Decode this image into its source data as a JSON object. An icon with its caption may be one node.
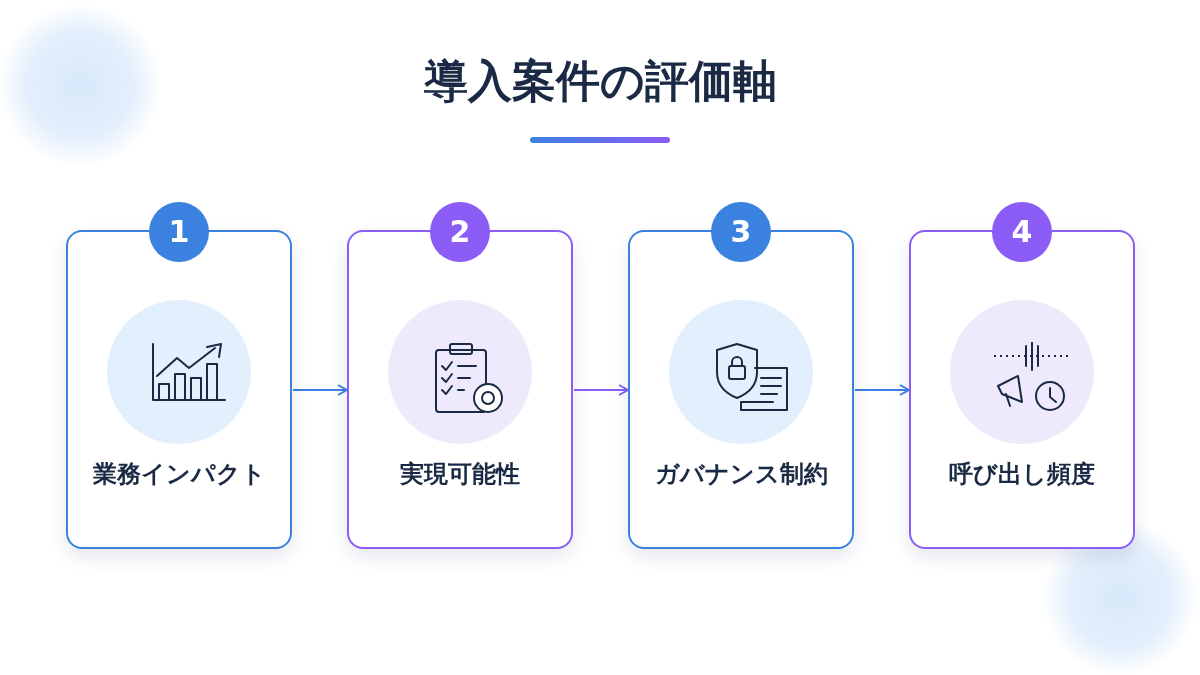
{
  "diagram": {
    "title": "導入案件の評価軸",
    "nodes": [
      {
        "text": [
          "1",
          "業務インパクト"
        ]
      },
      {
        "text": [
          "2",
          "実現可能性"
        ]
      },
      {
        "text": [
          "3",
          "ガバナンス制約"
        ]
      },
      {
        "text": [
          "4",
          "呼び出し頻度"
        ]
      }
    ],
    "edges": [
      {
        "from": 0,
        "to": 1,
        "arrow": "to"
      },
      {
        "from": 1,
        "to": 2,
        "arrow": "to",
        "color": "#8b5cf6"
      },
      {
        "from": 2,
        "to": 3,
        "arrow": "to"
      }
    ]
  }
}
